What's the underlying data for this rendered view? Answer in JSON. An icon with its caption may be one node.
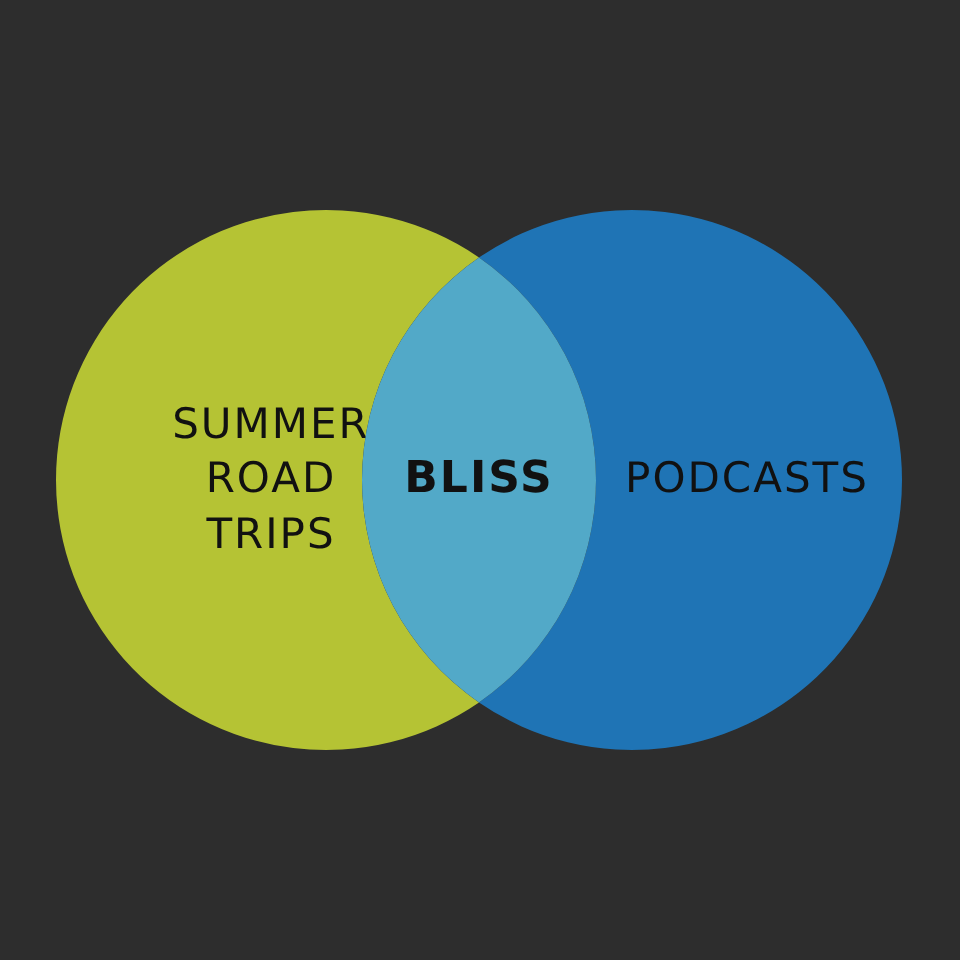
{
  "diagram": {
    "nodes": [
      {
        "text": [
          "SUMMER ROAD TRIPS"
        ]
      },
      {
        "text": [
          "BLISS"
        ]
      },
      {
        "text": [
          "PODCASTS"
        ]
      }
    ]
  }
}
